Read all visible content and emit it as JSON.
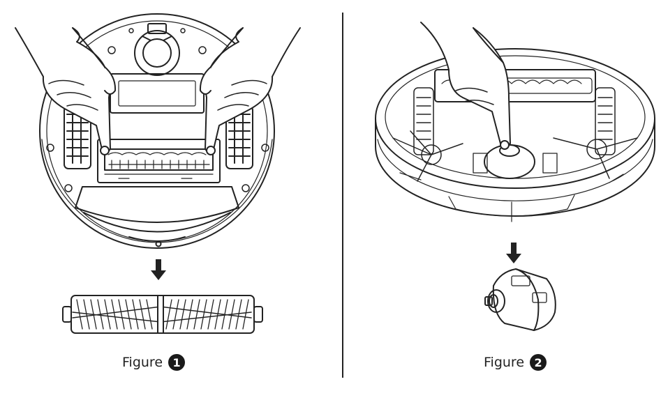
{
  "figures": [
    {
      "caption": "Figure",
      "number": "1"
    },
    {
      "caption": "Figure",
      "number": "2"
    }
  ]
}
